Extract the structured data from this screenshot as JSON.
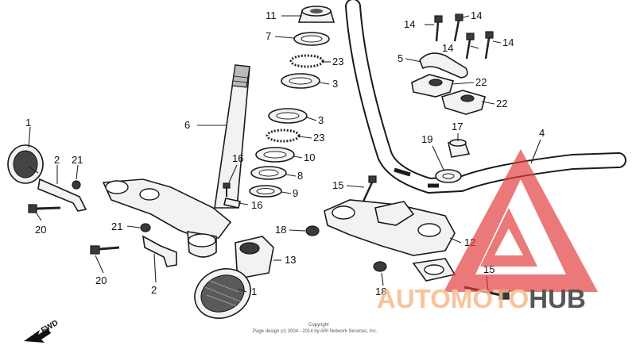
{
  "diagram": {
    "labels": [
      "1",
      "2",
      "21",
      "20",
      "21",
      "20",
      "2",
      "1",
      "6",
      "16",
      "16",
      "11",
      "7",
      "23",
      "3",
      "3",
      "23",
      "10",
      "8",
      "9",
      "18",
      "13",
      "15",
      "18",
      "14",
      "14",
      "14",
      "14",
      "5",
      "22",
      "22",
      "17",
      "19",
      "4",
      "12",
      "15"
    ],
    "fwd_label": "FWD",
    "copyright_line1": "Copyright",
    "copyright_line2": "Page design (c) 2004 - 2014 by ARI Network Services, Inc."
  },
  "watermark": {
    "word1": "AUTOMOTO",
    "word2": "HUB",
    "color_light": "#f7b98a",
    "color_dark": "#3a3a3a",
    "triangle_color": "#e23b3b"
  }
}
